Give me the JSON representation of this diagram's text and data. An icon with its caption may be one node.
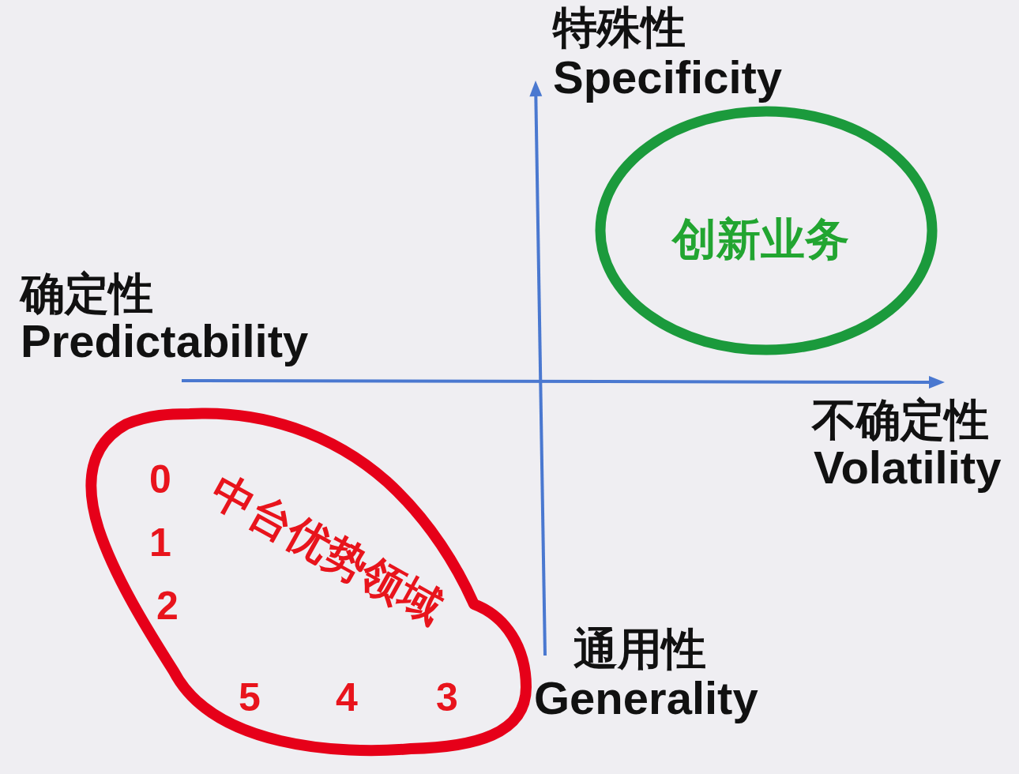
{
  "diagram": {
    "nodes": [
      {
        "text": [
          "创新业务"
        ]
      },
      {
        "text": [
          "中台优势领域",
          "0",
          "1",
          "2",
          "5",
          "4",
          "3"
        ]
      }
    ],
    "labels": [
      "特殊性",
      "Specificity",
      "确定性",
      "Predictability",
      "不确定性",
      "Volatility",
      "通用性",
      "Generality"
    ]
  }
}
